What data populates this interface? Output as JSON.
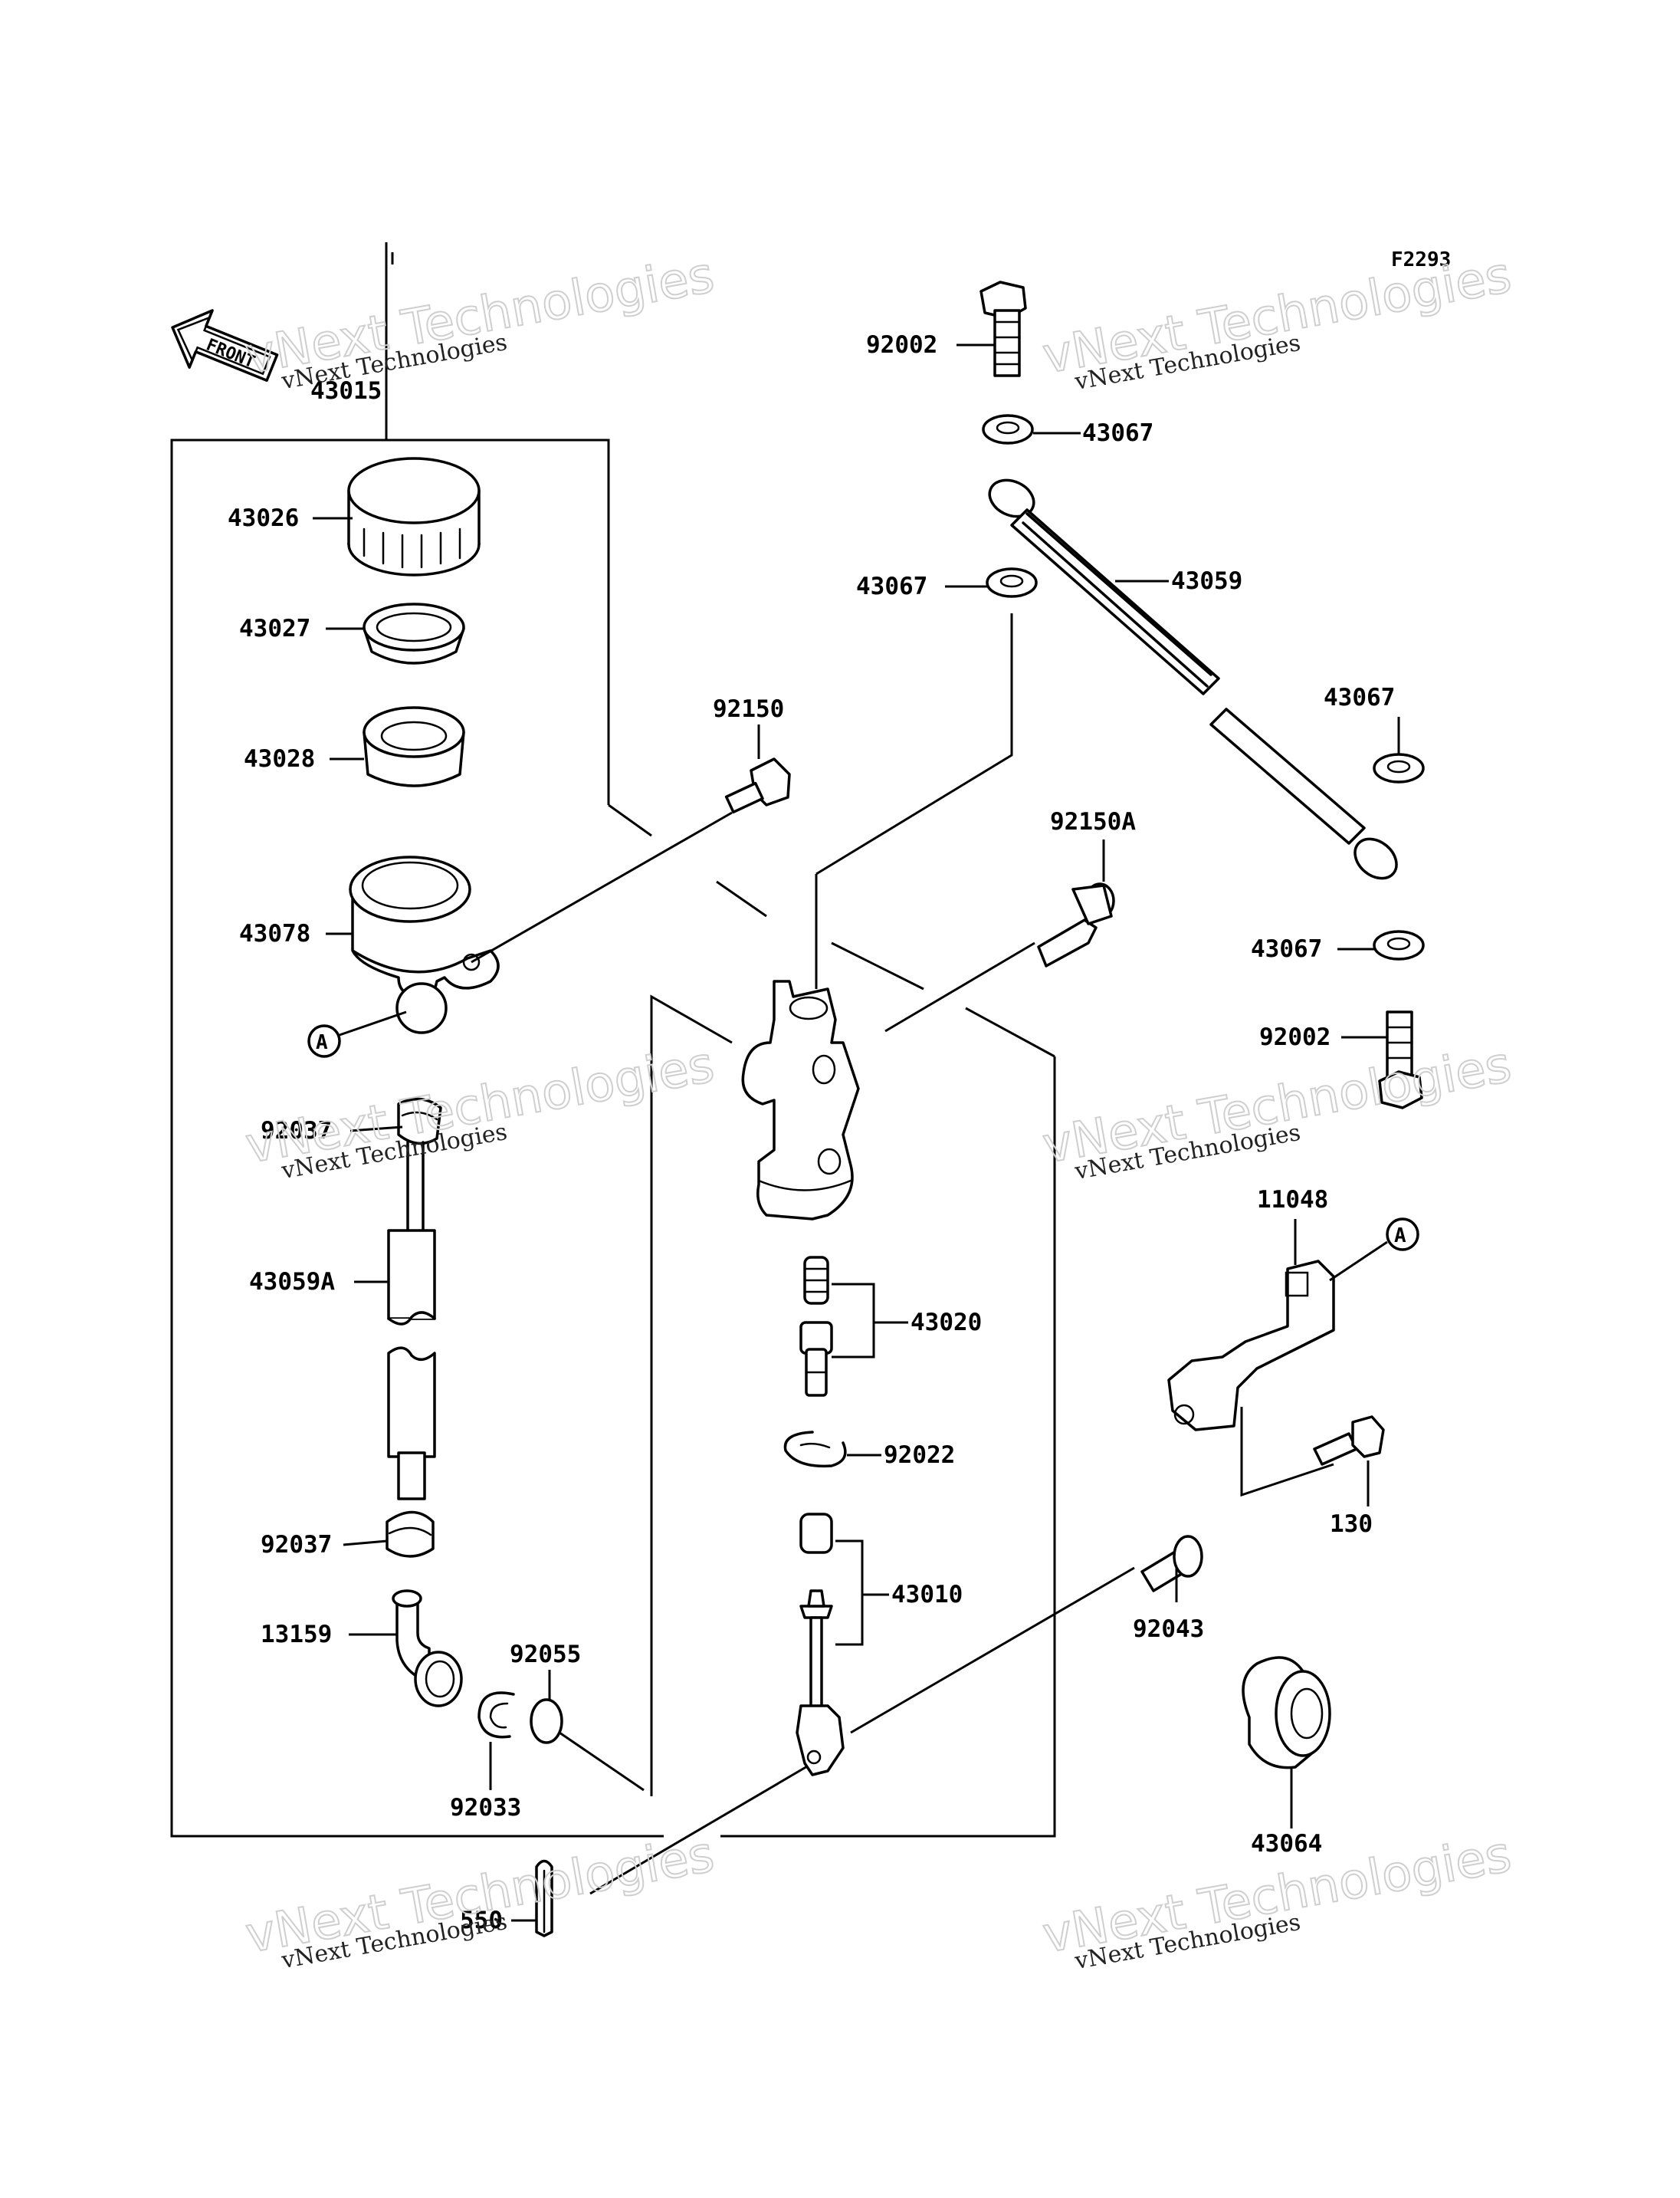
{
  "drawing_code": "F2293",
  "front_marker": "FRONT",
  "watermark": {
    "line1": "vNext Technologies",
    "line2": "vNext Technologies"
  },
  "ref_marker": "A",
  "parts": [
    {
      "id": "43015",
      "label": "43015"
    },
    {
      "id": "43026",
      "label": "43026"
    },
    {
      "id": "43027",
      "label": "43027"
    },
    {
      "id": "43028",
      "label": "43028"
    },
    {
      "id": "43078",
      "label": "43078"
    },
    {
      "id": "92150",
      "label": "92150"
    },
    {
      "id": "92037-upper",
      "label": "92037"
    },
    {
      "id": "43059A",
      "label": "43059A"
    },
    {
      "id": "92037-lower",
      "label": "92037"
    },
    {
      "id": "13159",
      "label": "13159"
    },
    {
      "id": "92055",
      "label": "92055"
    },
    {
      "id": "92033",
      "label": "92033"
    },
    {
      "id": "550",
      "label": "550"
    },
    {
      "id": "92002-top",
      "label": "92002"
    },
    {
      "id": "43067-a",
      "label": "43067"
    },
    {
      "id": "43067-b",
      "label": "43067"
    },
    {
      "id": "43059",
      "label": "43059"
    },
    {
      "id": "43067-c",
      "label": "43067"
    },
    {
      "id": "92150A",
      "label": "92150A"
    },
    {
      "id": "43067-d",
      "label": "43067"
    },
    {
      "id": "92002-bottom",
      "label": "92002"
    },
    {
      "id": "11048",
      "label": "11048"
    },
    {
      "id": "43020",
      "label": "43020"
    },
    {
      "id": "92022",
      "label": "92022"
    },
    {
      "id": "43010",
      "label": "43010"
    },
    {
      "id": "130",
      "label": "130"
    },
    {
      "id": "92043",
      "label": "92043"
    },
    {
      "id": "43064",
      "label": "43064"
    }
  ]
}
